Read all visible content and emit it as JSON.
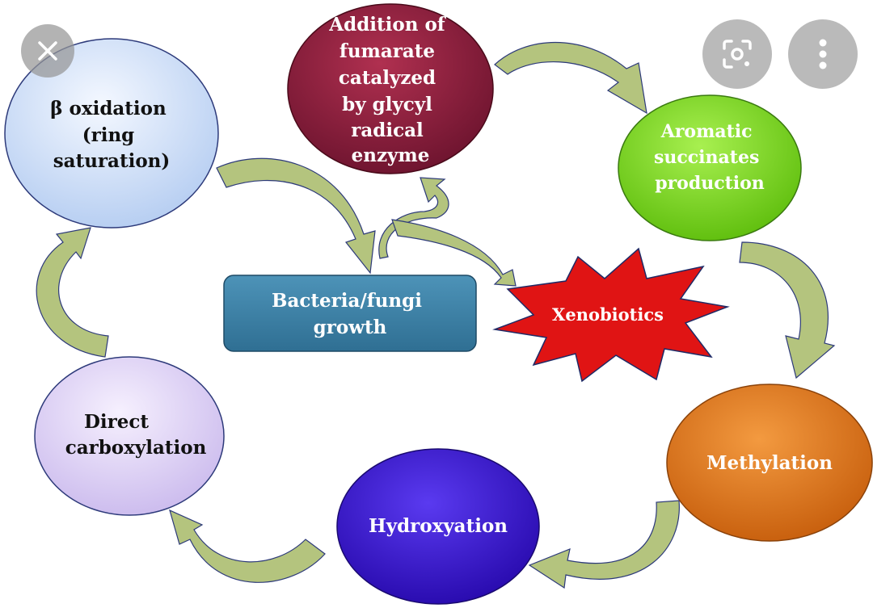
{
  "nodes": {
    "addition_fumarate": [
      "Addition of",
      "fumarate",
      "catalyzed",
      "by glycyl",
      "radical",
      "enzyme"
    ],
    "aromatic_succinates": [
      "Aromatic",
      "succinates",
      "production"
    ],
    "beta_oxidation": [
      "β oxidation",
      "(ring",
      "saturation)"
    ],
    "bacteria_fungi": [
      "Bacteria/fungi",
      "growth"
    ],
    "xenobiotics": [
      "Xenobiotics"
    ],
    "methylation": [
      "Methylation"
    ],
    "hydroxyation": [
      "Hydroxyation"
    ],
    "direct_carboxylation": [
      "Direct",
      "carboxylation"
    ]
  },
  "colors": {
    "addition_fumarate": "#8e1f3a",
    "aromatic_succinates": "#7fd82a",
    "beta_oxidation": "#dde8fb",
    "bacteria_fungi": "#3e82a6",
    "xenobiotics": "#e01414",
    "methylation": "#e27a20",
    "hydroxyation": "#3a1ad0",
    "direct_carboxylation": "#e6dbf6",
    "arrow": "#b2c27c"
  },
  "controls": {
    "close": "close-icon",
    "lens": "lens-icon",
    "more": "more-options-icon"
  }
}
